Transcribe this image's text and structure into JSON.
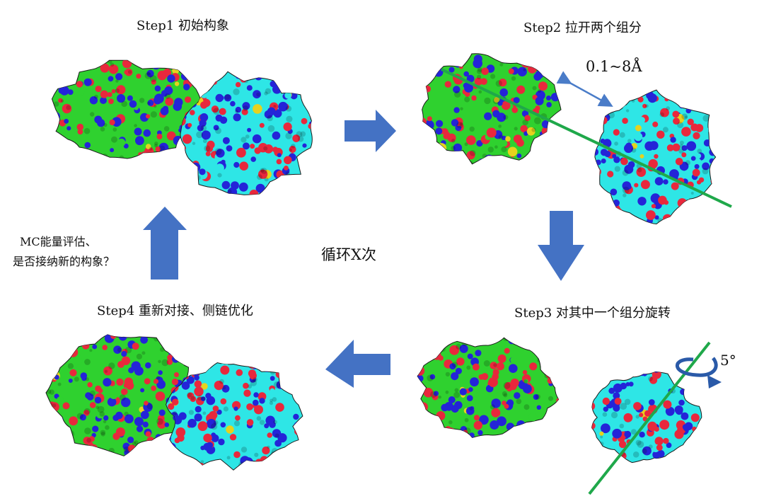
{
  "steps": {
    "step1": "Step1 初始构象",
    "step2": "Step2 拉开两个组分",
    "step3": "Step3 对其中一个组分旋转",
    "step4": "Step4 重新对接、侧链优化"
  },
  "distance_label": "0.1~8Å",
  "rotation_label": "5°",
  "loop_label": "循环X次",
  "mc_label": {
    "line1": "MC能量评估、",
    "line2": "是否接纳新的构象？"
  },
  "colors": {
    "green_component": "#2fd12f",
    "cyan_component": "#2ee6e6",
    "oxygen": "#e8283c",
    "nitrogen": "#2424d8",
    "sulfur": "#e6d21e",
    "flow_arrow": "#4472c4",
    "axis_line": "#1fa84a",
    "distance_arrow": "#4a7cc8"
  }
}
